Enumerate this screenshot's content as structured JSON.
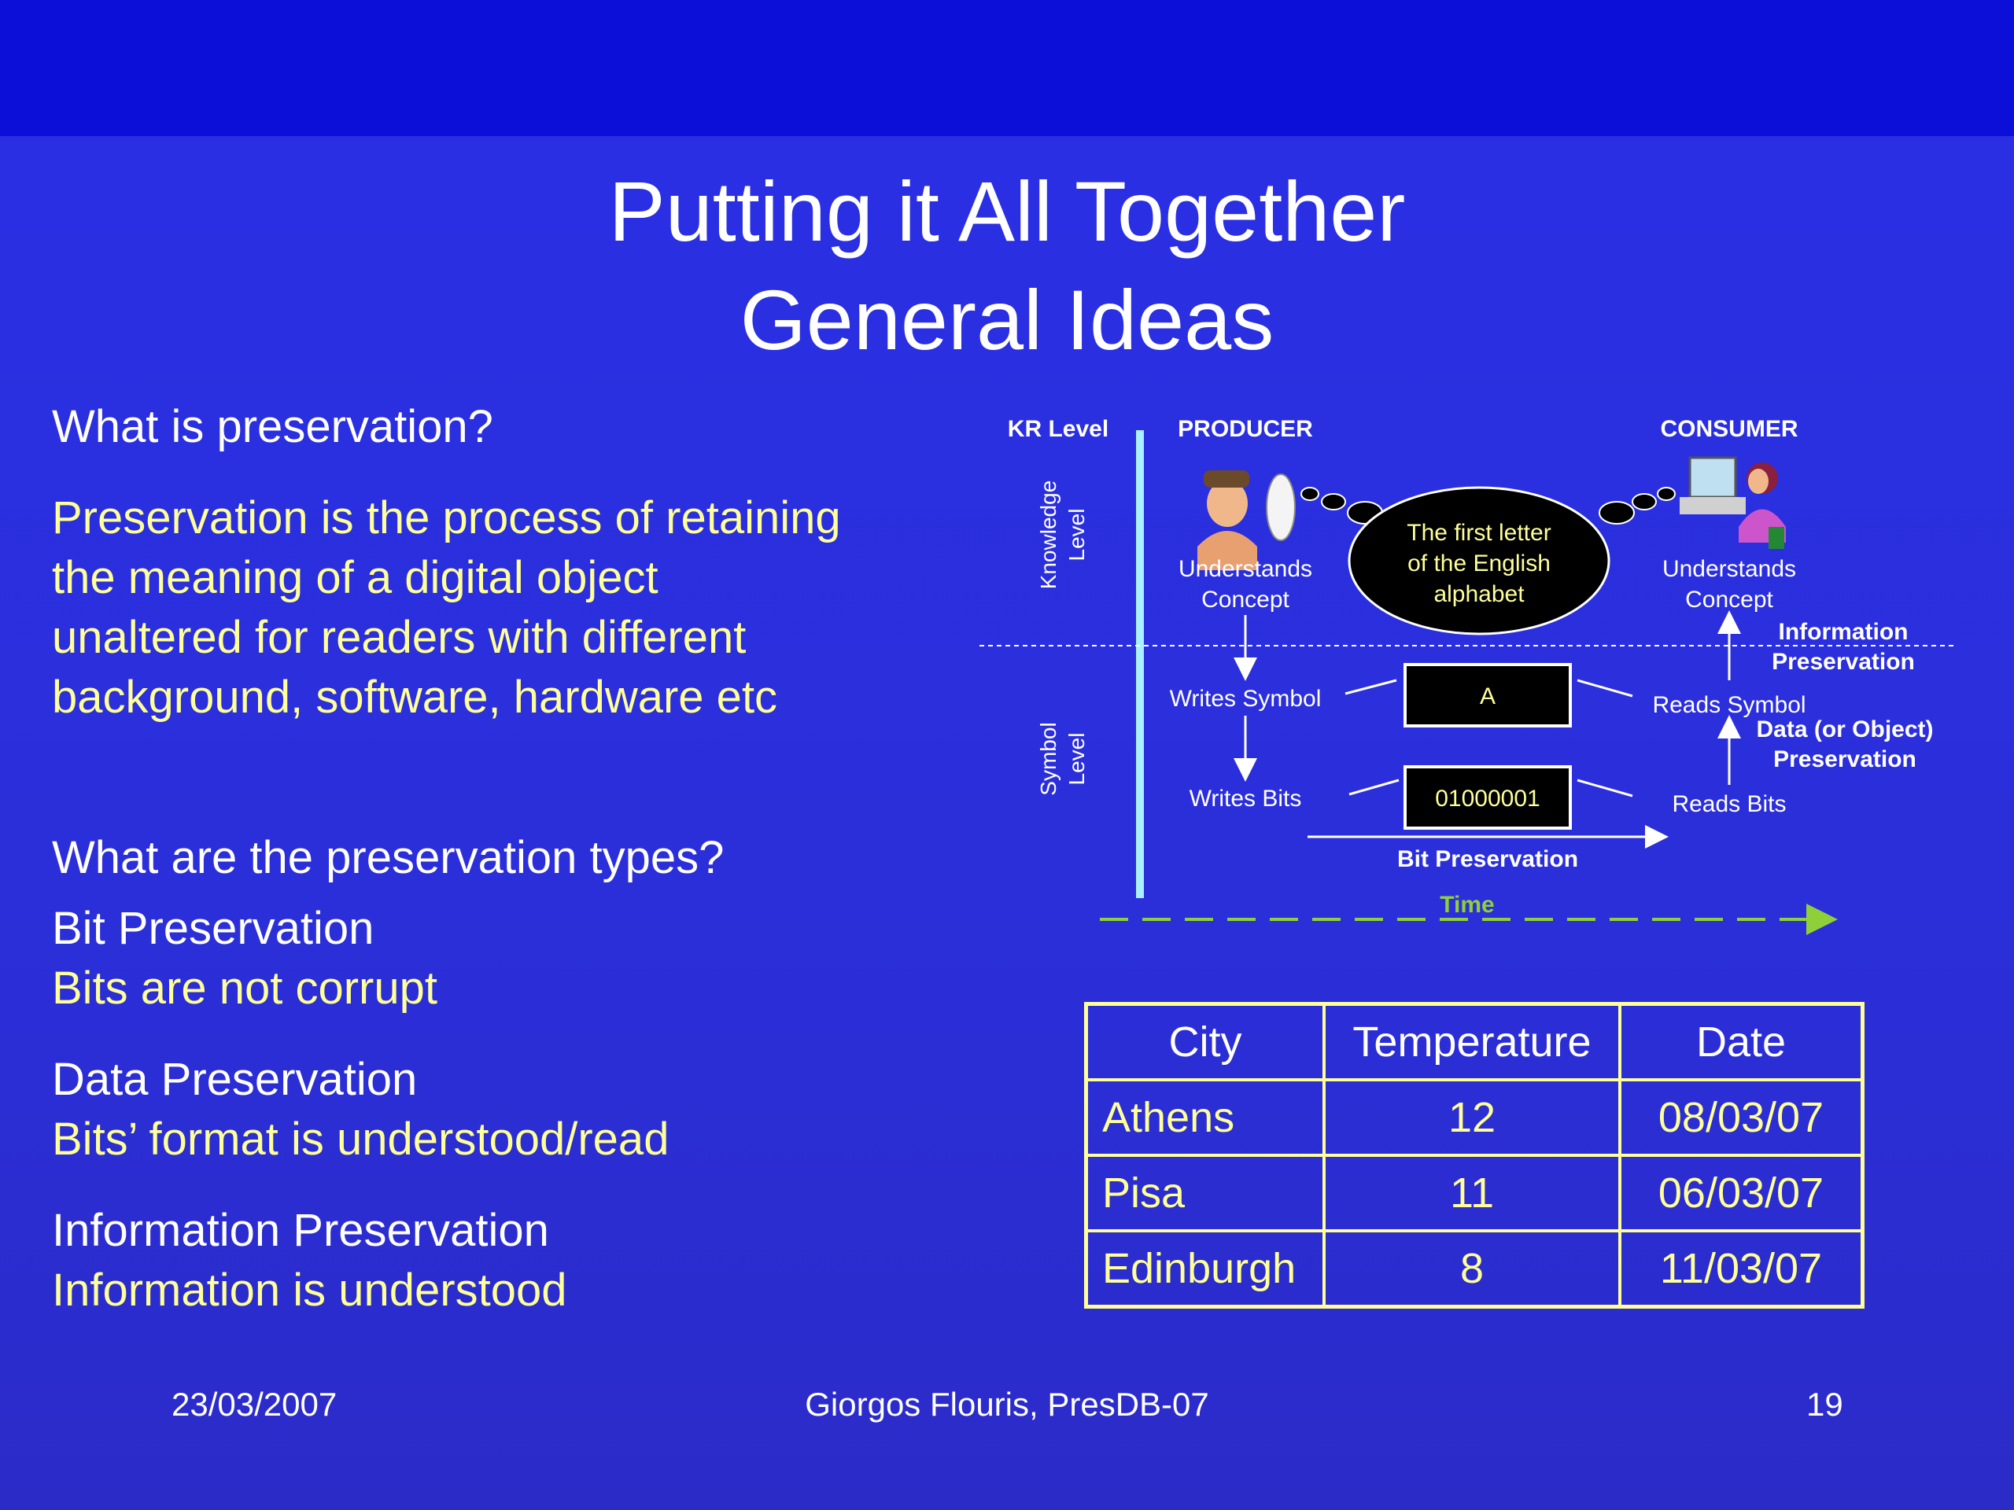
{
  "slide": {
    "title_line1": "Putting it All Together",
    "title_line2": "General Ideas"
  },
  "left": {
    "q1": "What is preservation?",
    "definition": [
      "Preservation is the process of retaining",
      "the meaning of a digital object",
      "unaltered for readers with different",
      "background, software, hardware etc"
    ],
    "q2": "What are the preservation types?",
    "types": [
      {
        "name": "Bit Preservation",
        "desc": "Bits are not corrupt"
      },
      {
        "name": "Data Preservation",
        "desc": "Bits’ format is understood/read"
      },
      {
        "name": "Information Preservation",
        "desc": "Information is understood"
      }
    ]
  },
  "diagram": {
    "kr_level": "KR Level",
    "producer": "PRODUCER",
    "consumer": "CONSUMER",
    "knowledge_level": [
      "Knowledge",
      "Level"
    ],
    "symbol_level": [
      "Symbol",
      "Level"
    ],
    "understands_concept": [
      "Understands",
      "Concept"
    ],
    "cloud_text": [
      "The first letter",
      "of the English",
      "alphabet"
    ],
    "writes_symbol": "Writes Symbol",
    "writes_bits": "Writes Bits",
    "symbol_box": "A",
    "bits_box": "01000001",
    "reads_symbol": "Reads Symbol",
    "reads_bits": "Reads Bits",
    "info_preservation": [
      "Information",
      "Preservation"
    ],
    "data_preservation": [
      "Data (or Object)",
      "Preservation"
    ],
    "bit_preservation": "Bit Preservation",
    "time": "Time",
    "colors": {
      "time_line": "#8fcf3a",
      "axis": "#a8f0ff"
    }
  },
  "table": {
    "headers": [
      "City",
      "Temperature",
      "Date"
    ],
    "rows": [
      [
        "Athens",
        "12",
        "08/03/07"
      ],
      [
        "Pisa",
        "11",
        "06/03/07"
      ],
      [
        "Edinburgh",
        "8",
        "11/03/07"
      ]
    ]
  },
  "footer": {
    "date": "23/03/2007",
    "author": "Giorgos Flouris, PresDB-07",
    "page": "19"
  },
  "colors": {
    "background": "#2a2fe6",
    "top_band": "#0b0fd8",
    "highlight_text": "#ffff99"
  }
}
